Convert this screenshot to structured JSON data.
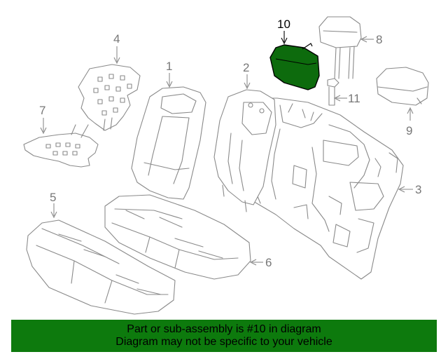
{
  "diagram": {
    "callouts": [
      {
        "id": "1",
        "label": "1"
      },
      {
        "id": "2",
        "label": "2"
      },
      {
        "id": "3",
        "label": "3"
      },
      {
        "id": "4",
        "label": "4"
      },
      {
        "id": "5",
        "label": "5"
      },
      {
        "id": "6",
        "label": "6"
      },
      {
        "id": "7",
        "label": "7"
      },
      {
        "id": "8",
        "label": "8"
      },
      {
        "id": "9",
        "label": "9"
      },
      {
        "id": "10",
        "label": "10"
      },
      {
        "id": "11",
        "label": "11"
      }
    ],
    "highlighted_part": "10",
    "colors": {
      "highlight_fill": "#0d6b0d",
      "banner": "#0d7a0d",
      "line": "#8a8a8a"
    }
  },
  "banner": {
    "line1": "Part or sub-assembly is #10 in diagram",
    "line2": "Diagram may not be specific to your vehicle"
  }
}
